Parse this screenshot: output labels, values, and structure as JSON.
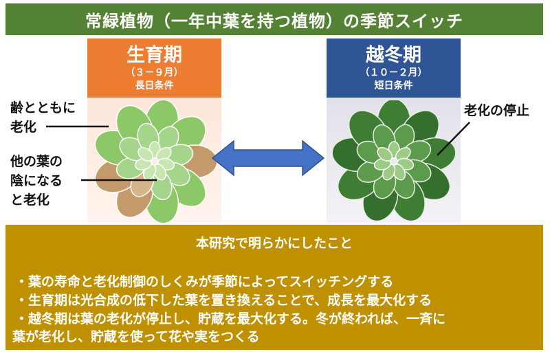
{
  "title": "常緑植物（一年中葉を持つ植物）の季節スイッチ",
  "growing": {
    "name": "生育期",
    "months": "（３－９月）",
    "condition": "長日条件"
  },
  "winter": {
    "name": "越冬期",
    "months": "（１０－２月）",
    "condition": "短日条件"
  },
  "annotations": {
    "age_line1": "齢とともに",
    "age_line2": "老化",
    "shade_line1": "他の葉の",
    "shade_line2": "陰になる",
    "shade_line3": "と老化",
    "stop": "老化の停止"
  },
  "findings": {
    "heading": "本研究で明らかにしたこと",
    "items": [
      "・葉の寿命と老化制御のしくみが季節によってスイッチングする",
      "・生育期は光合成の低下した葉を置き換えることで、成長を最大化する",
      "・越冬期は葉の老化が停止し、貯蔵を最大化する。冬が終われば、一斉に",
      "葉が老化し、貯蔵を使って花や実をつくる"
    ]
  },
  "colors": {
    "title_bg": "#548235",
    "growing": "#ed7d31",
    "winter": "#2f5597",
    "findings_bg": "#bf9000",
    "arrow": "#4472c4",
    "senescent_leaf": "#c59a6a",
    "green_leaf": "#8cc867",
    "dark_leaf": "#3f7d35"
  }
}
